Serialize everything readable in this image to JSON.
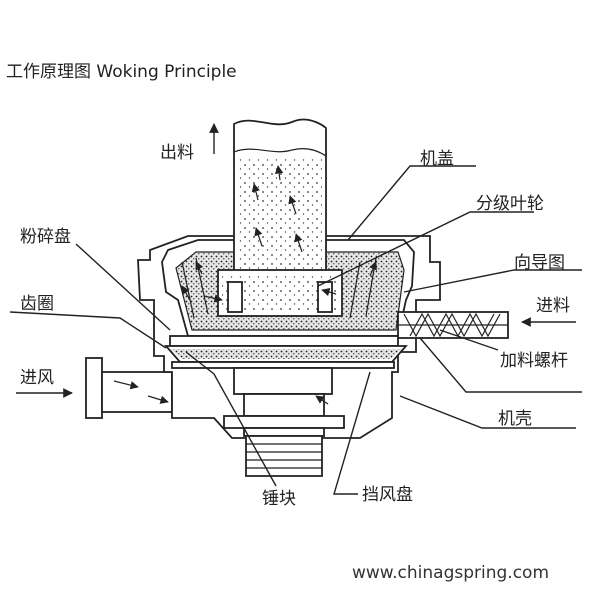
{
  "title": "工作原理图 Woking Principle",
  "labels": {
    "outlet": "出料",
    "cover": "机盖",
    "classifier_wheel": "分级叶轮",
    "crushing_disc": "粉碎盘",
    "guide_ring": "向导图",
    "gear_ring": "齿圈",
    "feed_in": "进料",
    "air_in": "进风",
    "feed_screw": "加料螺杆",
    "housing": "机壳",
    "hammer": "锤块",
    "wind_shield_disc": "挡风盘"
  },
  "watermark": "www.chinagspring.com"
}
